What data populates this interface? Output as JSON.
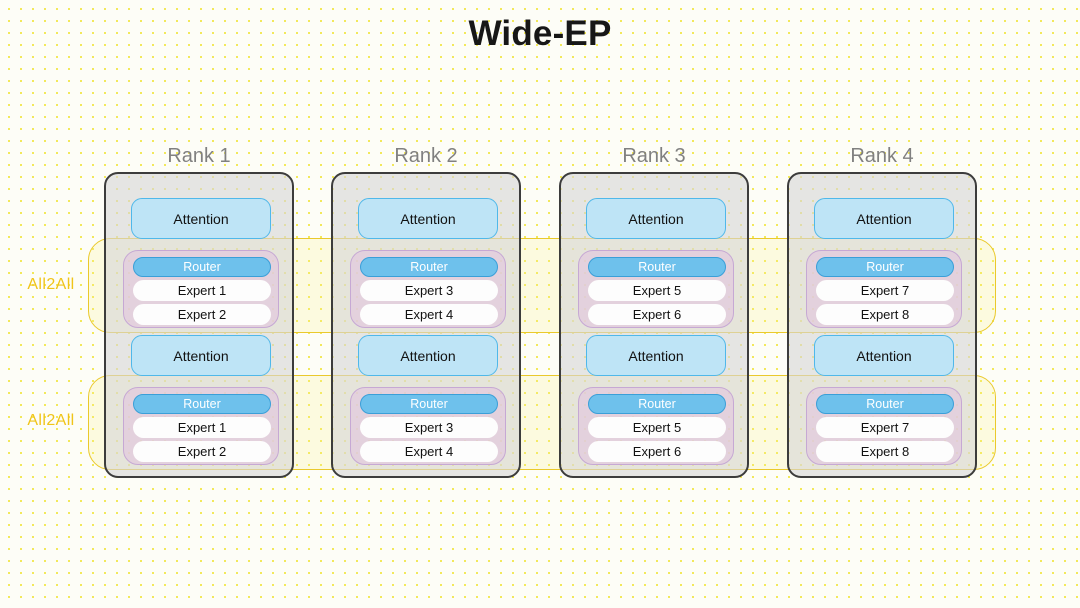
{
  "title": "Wide-EP",
  "colors": {
    "background": "#fdfdf7",
    "dot": "#f2e85a",
    "rank_border": "#3c3c3c",
    "rank_fill": "#d6d6d6",
    "attention_fill": "#bee4f6",
    "attention_border": "#4fb8ea",
    "router_fill": "#6ec1ec",
    "router_border": "#3a9fd8",
    "router_text": "#ffffff",
    "expert_fill": "#fdfdfd",
    "moe_fill": "#e2c8de",
    "moe_border": "#c6a8d4",
    "all2all_border": "#eac92c",
    "all2all_label": "#f0c419",
    "rank_title": "#808080"
  },
  "all2all_bands": [
    {
      "label": "All2All"
    },
    {
      "label": "All2All"
    }
  ],
  "ranks": [
    {
      "title": "Rank 1",
      "layers": [
        {
          "attention": "Attention",
          "router": "Router",
          "experts": [
            "Expert 1",
            "Expert 2"
          ]
        },
        {
          "attention": "Attention",
          "router": "Router",
          "experts": [
            "Expert 1",
            "Expert 2"
          ]
        }
      ]
    },
    {
      "title": "Rank 2",
      "layers": [
        {
          "attention": "Attention",
          "router": "Router",
          "experts": [
            "Expert 3",
            "Expert 4"
          ]
        },
        {
          "attention": "Attention",
          "router": "Router",
          "experts": [
            "Expert 3",
            "Expert 4"
          ]
        }
      ]
    },
    {
      "title": "Rank 3",
      "layers": [
        {
          "attention": "Attention",
          "router": "Router",
          "experts": [
            "Expert 5",
            "Expert 6"
          ]
        },
        {
          "attention": "Attention",
          "router": "Router",
          "experts": [
            "Expert 5",
            "Expert 6"
          ]
        }
      ]
    },
    {
      "title": "Rank 4",
      "layers": [
        {
          "attention": "Attention",
          "router": "Router",
          "experts": [
            "Expert 7",
            "Expert 8"
          ]
        },
        {
          "attention": "Attention",
          "router": "Router",
          "experts": [
            "Expert 7",
            "Expert 8"
          ]
        }
      ]
    }
  ]
}
